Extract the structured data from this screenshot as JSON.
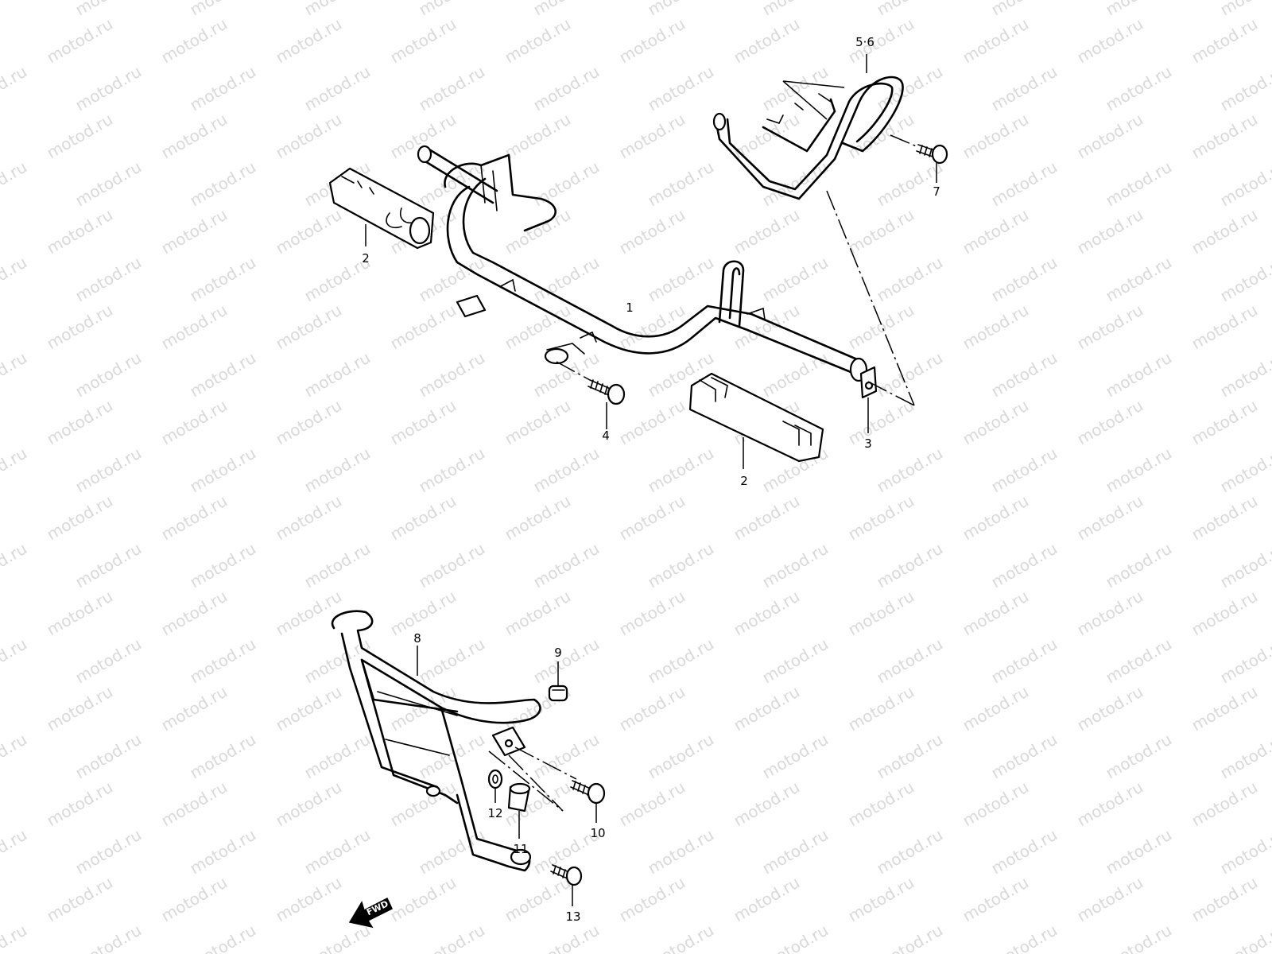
{
  "watermark": {
    "text": "motod.ru",
    "color": "#d9d9d9"
  },
  "callouts": [
    {
      "id": "c1",
      "label": "1"
    },
    {
      "id": "c2a",
      "label": "2"
    },
    {
      "id": "c2b",
      "label": "2"
    },
    {
      "id": "c3",
      "label": "3"
    },
    {
      "id": "c4",
      "label": "4"
    },
    {
      "id": "c56",
      "label": "5·6"
    },
    {
      "id": "c7",
      "label": "7"
    },
    {
      "id": "c8",
      "label": "8"
    },
    {
      "id": "c9",
      "label": "9"
    },
    {
      "id": "c10",
      "label": "10"
    },
    {
      "id": "c11",
      "label": "11"
    },
    {
      "id": "c12",
      "label": "12"
    },
    {
      "id": "c13",
      "label": "13"
    }
  ],
  "fwd_arrow": {
    "label": "FWD"
  }
}
